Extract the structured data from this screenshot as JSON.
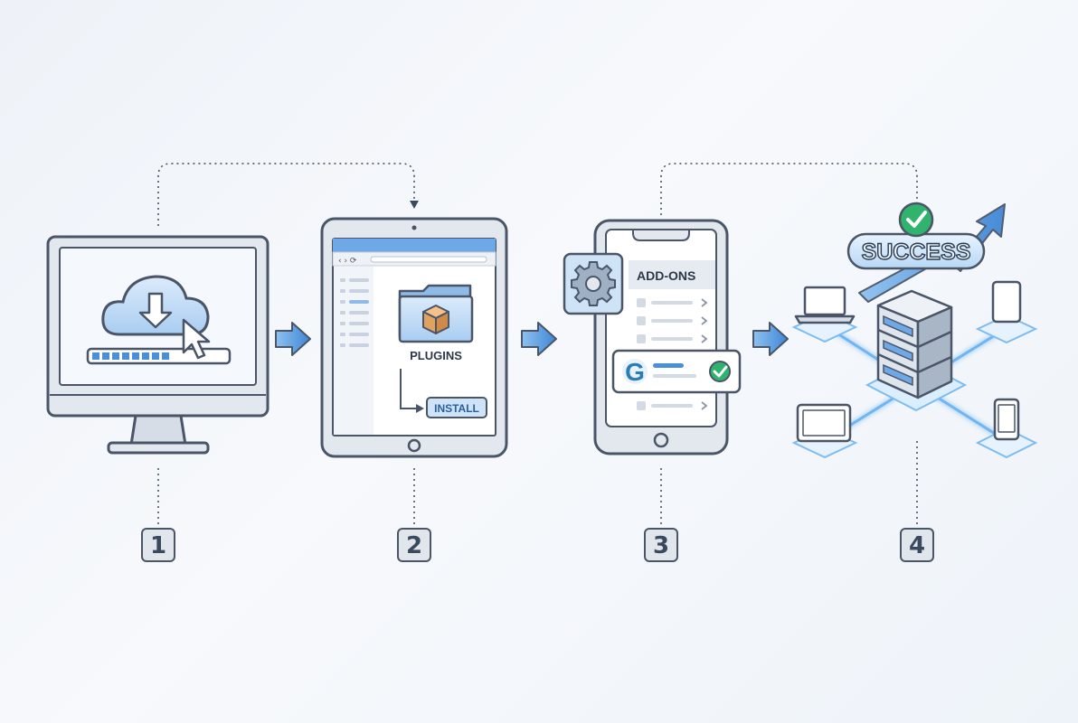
{
  "steps": [
    {
      "number": "1",
      "icon": "desktop-download-icon"
    },
    {
      "number": "2",
      "icon": "tablet-browser-icon"
    },
    {
      "number": "3",
      "icon": "phone-addons-icon"
    },
    {
      "number": "4",
      "icon": "server-network-icon"
    }
  ],
  "tablet": {
    "folder_label": "PLUGINS",
    "install_button": "INSTALL"
  },
  "phone": {
    "menu_title": "ADD-ONS",
    "plugin_logo_letter": "G"
  },
  "result": {
    "banner": "SUCCESS"
  },
  "colors": {
    "accent_blue": "#4a90d9",
    "light_blue": "#cfe3f7",
    "outline": "#4a5568",
    "success_green": "#2fb36d"
  }
}
